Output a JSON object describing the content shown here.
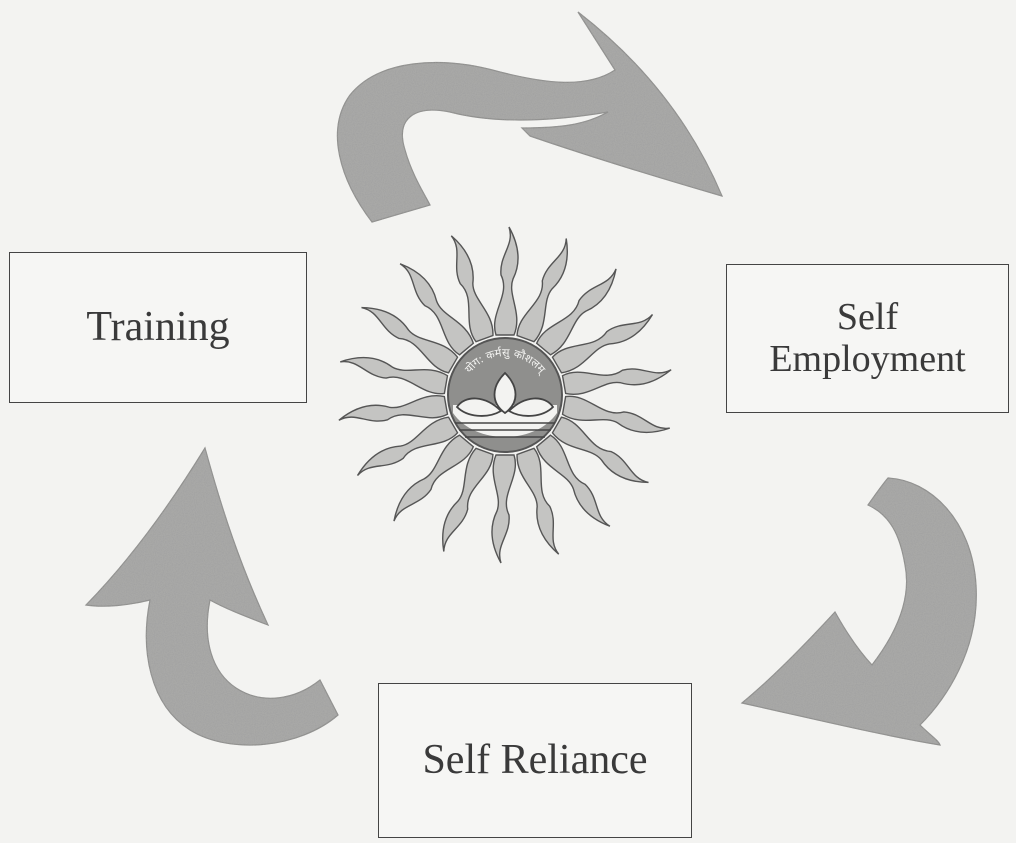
{
  "diagram": {
    "nodes": [
      {
        "id": "training",
        "lines": [
          "Training"
        ]
      },
      {
        "id": "self-employment",
        "lines": [
          "Self",
          "Employment"
        ]
      },
      {
        "id": "self-reliance",
        "lines": [
          "Self Reliance"
        ]
      }
    ],
    "cycle": [
      "training",
      "self-employment",
      "self-reliance",
      "training"
    ],
    "emblem": {
      "kind": "sun-lotus-seal",
      "seal_text": "योग: कर्मसु कौशलम्"
    },
    "colors": {
      "arrow_fill": "#a9a9a7",
      "box_border": "#444444",
      "text": "#3a3a3a",
      "background": "#f3f3f1"
    }
  }
}
